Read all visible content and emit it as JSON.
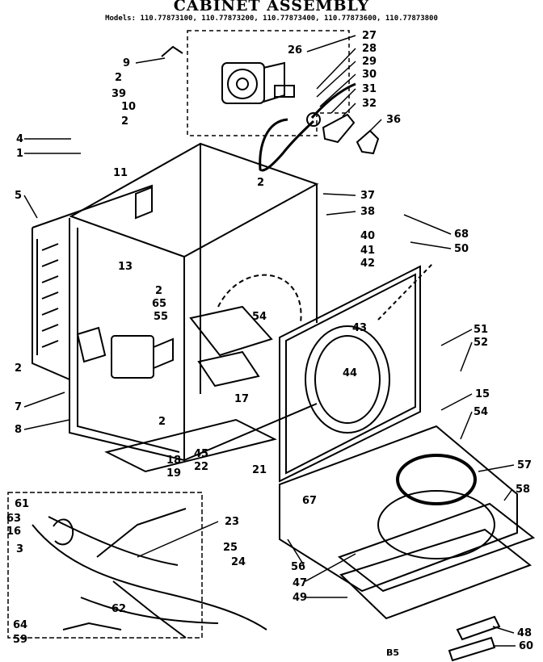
{
  "header": {
    "title": "CABINET ASSEMBLY",
    "models": "Models: 110.77873100, 110.77873200, 110.77873400, 110.77873600, 110.77873800"
  },
  "page_code": "B5",
  "callouts": [
    "1",
    "2",
    "3",
    "4",
    "5",
    "7",
    "8",
    "9",
    "10",
    "11",
    "13",
    "15",
    "16",
    "17",
    "18",
    "19",
    "21",
    "22",
    "23",
    "24",
    "25",
    "26",
    "27",
    "28",
    "29",
    "30",
    "31",
    "32",
    "36",
    "37",
    "38",
    "39",
    "40",
    "41",
    "42",
    "43",
    "44",
    "45",
    "47",
    "48",
    "49",
    "50",
    "51",
    "52",
    "54",
    "55",
    "56",
    "57",
    "58",
    "59",
    "60",
    "61",
    "62",
    "63",
    "64",
    "65",
    "67",
    "68"
  ]
}
